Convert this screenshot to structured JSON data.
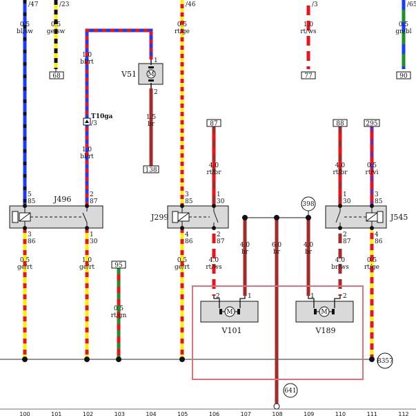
{
  "top_labels": {
    "w100": "/47",
    "w101": "/23",
    "w105": "/46",
    "w109": "/3",
    "w112": "/65"
  },
  "wires": {
    "w100_top": {
      "size": "0.5",
      "color": "bl/sw"
    },
    "w101_top": {
      "size": "0.5",
      "color": "ge/sw"
    },
    "w102_top": {
      "size": "1.0",
      "color": "bl/rt"
    },
    "w102_mid": {
      "size": "1.0",
      "color": "bl/rt"
    },
    "v51_out": {
      "size": "1.5",
      "color": "br"
    },
    "w105_top": {
      "size": "0.5",
      "color": "rt/ge"
    },
    "w109_top": {
      "size": "1.0",
      "color": "rt/ws"
    },
    "w112_top": {
      "size": "0.5",
      "color": "gn/bl"
    },
    "w106_in": {
      "size": "4.0",
      "color": "rt/br"
    },
    "w110_in": {
      "size": "4.0",
      "color": "rt/br"
    },
    "w111_in": {
      "size": "0.5",
      "color": "rt/vi"
    },
    "w100_bot": {
      "size": "0.5",
      "color": "ge/rt"
    },
    "w102_bot": {
      "size": "1.0",
      "color": "ge/rt"
    },
    "w103": {
      "size": "0.5",
      "color": "rt/gn"
    },
    "w105_bot": {
      "size": "0.5",
      "color": "ge/rt"
    },
    "w106_out": {
      "size": "4.0",
      "color": "rt/ws"
    },
    "w107": {
      "size": "4.0",
      "color": "br"
    },
    "w108": {
      "size": "6.0",
      "color": "br"
    },
    "w109_mid": {
      "size": "4.0",
      "color": "br"
    },
    "w110_out": {
      "size": "4.0",
      "color": "br/ws"
    },
    "w111_bot": {
      "size": "0.5",
      "color": "rt/ge"
    }
  },
  "refs": {
    "r68": "68",
    "r77": "77",
    "r90": "90",
    "r138": "138",
    "r87": "87",
    "r88": "88",
    "r295": "295",
    "r95": "95"
  },
  "connector": {
    "name": "T10ga",
    "pin": "/3"
  },
  "relays": {
    "j496": {
      "name": "J496",
      "pin_in": "85",
      "pin_in_num": "5",
      "pin_sw": "87",
      "pin_sw_num": "2",
      "pin_out1": "86",
      "pin_out1_num": "3",
      "pin_out2": "30",
      "pin_out2_num": "1"
    },
    "j299": {
      "name": "J299",
      "pin_in": "85",
      "pin_in_num": "3",
      "pin_sw": "30",
      "pin_sw_num": "1",
      "pin_out1": "86",
      "pin_out1_num": "4",
      "pin_out2": "87",
      "pin_out2_num": "2"
    },
    "j545": {
      "name": "J545",
      "pin_sw": "30",
      "pin_sw_num": "1",
      "pin_in": "85",
      "pin_in_num": "3",
      "pin_out1": "87",
      "pin_out1_num": "2",
      "pin_out2": "86",
      "pin_out2_num": "4"
    }
  },
  "motors": {
    "v51": {
      "name": "V51",
      "pin_a": "1",
      "pin_b": "2"
    },
    "v101": {
      "name": "V101",
      "pin_a": "2",
      "pin_b": "1"
    },
    "v189": {
      "name": "V189",
      "pin_a": "1",
      "pin_b": "2"
    }
  },
  "circles": {
    "c398": "398",
    "c641": "641"
  },
  "ground": {
    "label": "B357"
  },
  "axis": [
    "100",
    "101",
    "102",
    "103",
    "104",
    "105",
    "106",
    "107",
    "108",
    "109",
    "110",
    "111",
    "112"
  ],
  "colors": {
    "blue": "#1a3cff",
    "black": "#111111",
    "yellow": "#ffee00",
    "red": "#e8141c",
    "brown": "#a52a2a",
    "green": "#1f8f2a",
    "violet": "#7a2a9a",
    "white": "#ffffff",
    "highlight": "#e0707a",
    "component": "#d9d9d9"
  }
}
